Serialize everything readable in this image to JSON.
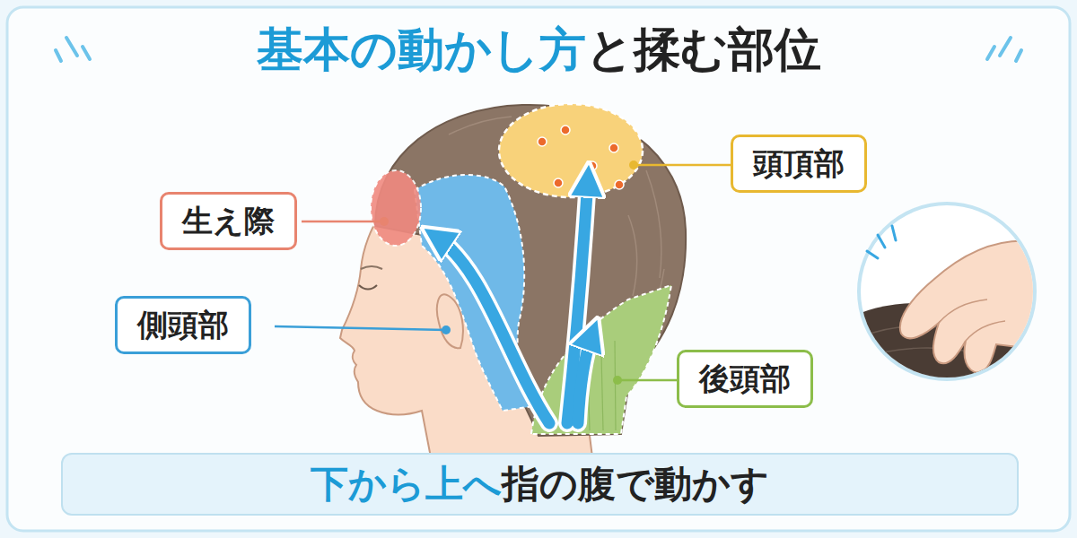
{
  "diagram": {
    "title": "基本の動かし方と揉む部位",
    "nodes": [
      {
        "text": [
          "生え際"
        ]
      },
      {
        "text": [
          "頭頂部"
        ]
      },
      {
        "text": [
          "側頭部"
        ]
      },
      {
        "text": [
          "後頭部"
        ]
      },
      {
        "text": [
          "下から上へ",
          "指の腹で動かす"
        ]
      }
    ]
  }
}
